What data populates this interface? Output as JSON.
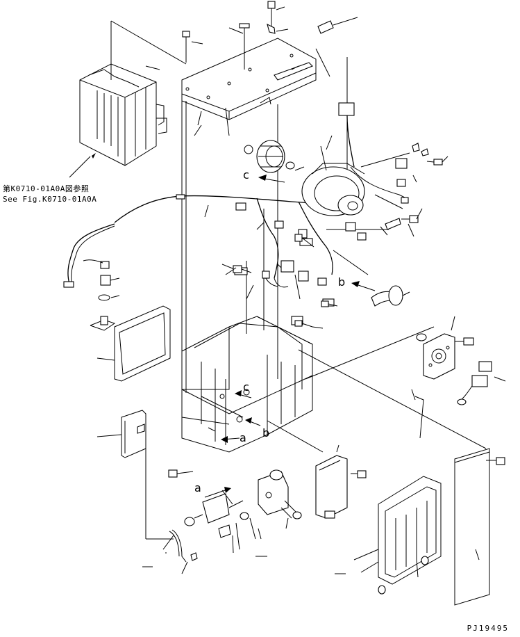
{
  "reference": {
    "jp": "第K0710-01A0A図参照",
    "en": "See Fig.K0710-01A0A"
  },
  "callouts": {
    "a_upper": "a",
    "a_lower": "a",
    "b_right": "b",
    "b_lower": "b",
    "c_upper": "c",
    "c_lower": "c"
  },
  "drawing_code": "PJ19495",
  "icons": [
    "arrow-icon",
    "leader-line"
  ]
}
